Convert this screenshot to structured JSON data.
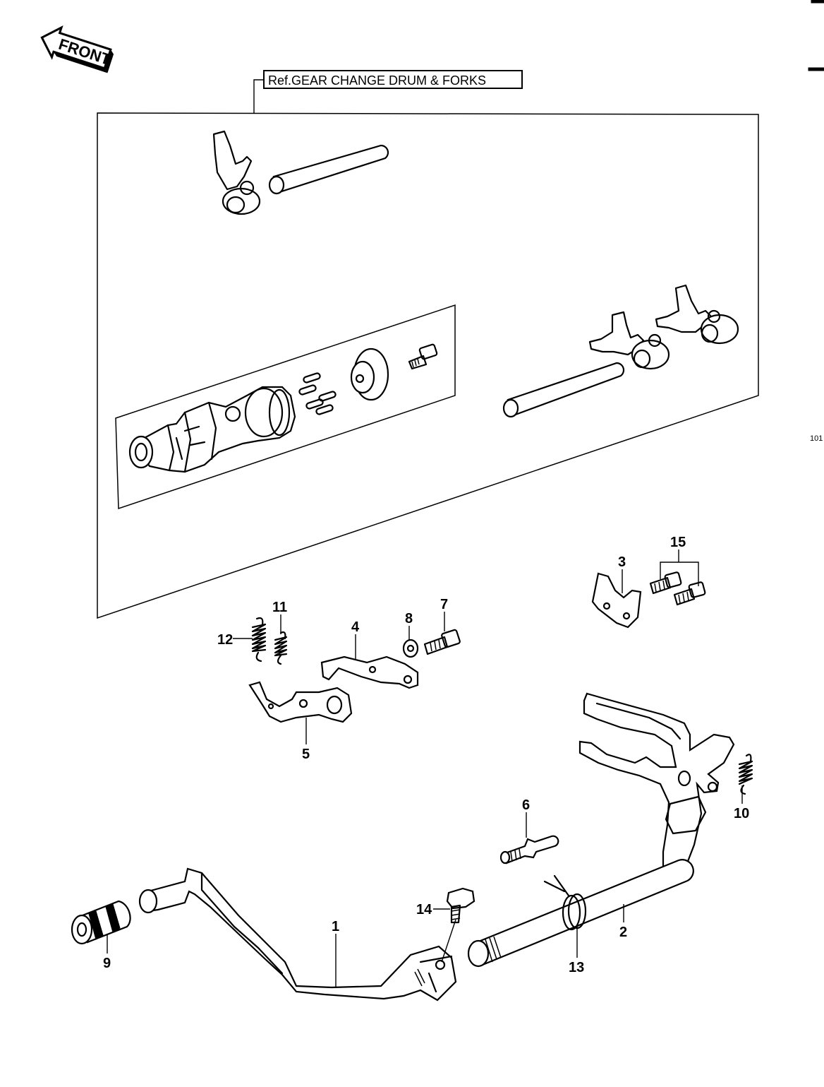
{
  "front_arrow": {
    "label": "FRONT"
  },
  "reference_box": {
    "label": "Ref.GEAR CHANGE DRUM & FORKS"
  },
  "page_code": "101",
  "callouts": {
    "c1": "1",
    "c2": "2",
    "c3": "3",
    "c4": "4",
    "c5": "5",
    "c6": "6",
    "c7": "7",
    "c8": "8",
    "c9": "9",
    "c10": "10",
    "c11": "11",
    "c12": "12",
    "c13": "13",
    "c14": "14",
    "c15": "15"
  }
}
